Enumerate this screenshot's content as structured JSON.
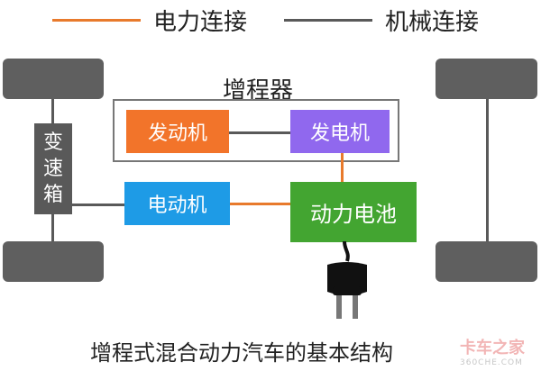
{
  "legend": {
    "electric_label": "电力连接",
    "mechanical_label": "机械连接",
    "electric_color": "#E87A2C",
    "mechanical_color": "#595959"
  },
  "extender": {
    "title": "增程器",
    "engine_label": "发动机",
    "generator_label": "发电机"
  },
  "gearbox_chars": [
    "变",
    "速",
    "箱"
  ],
  "motor_label": "电动机",
  "battery_label": "动力电池",
  "caption": "增程式混合动力汽车的基本结构",
  "watermark": {
    "text": "卡车之家",
    "sub": "360CHE.COM"
  },
  "colors": {
    "engine": "#F2742A",
    "generator": "#9068EE",
    "motor": "#1E9BE6",
    "battery": "#43A531",
    "wheel": "#5F5F5F",
    "gearbox": "#595959"
  }
}
